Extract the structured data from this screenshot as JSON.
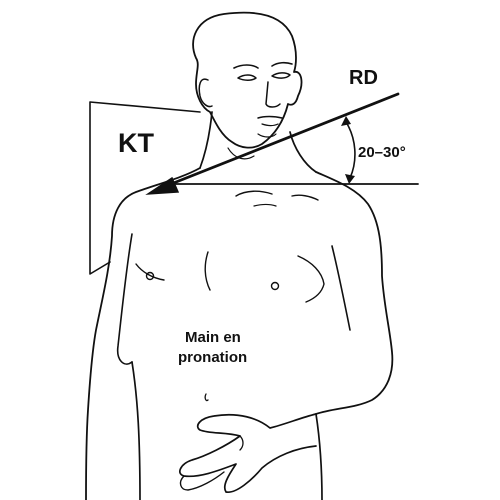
{
  "labels": {
    "cassette": "KT",
    "central_ray": "RD",
    "angle": "20–30°",
    "hand_line1": "Main en",
    "hand_line2": "pronation"
  },
  "angle_range_deg": [
    20,
    30
  ],
  "colors": {
    "ink": "#111111",
    "background": "#ffffff"
  }
}
